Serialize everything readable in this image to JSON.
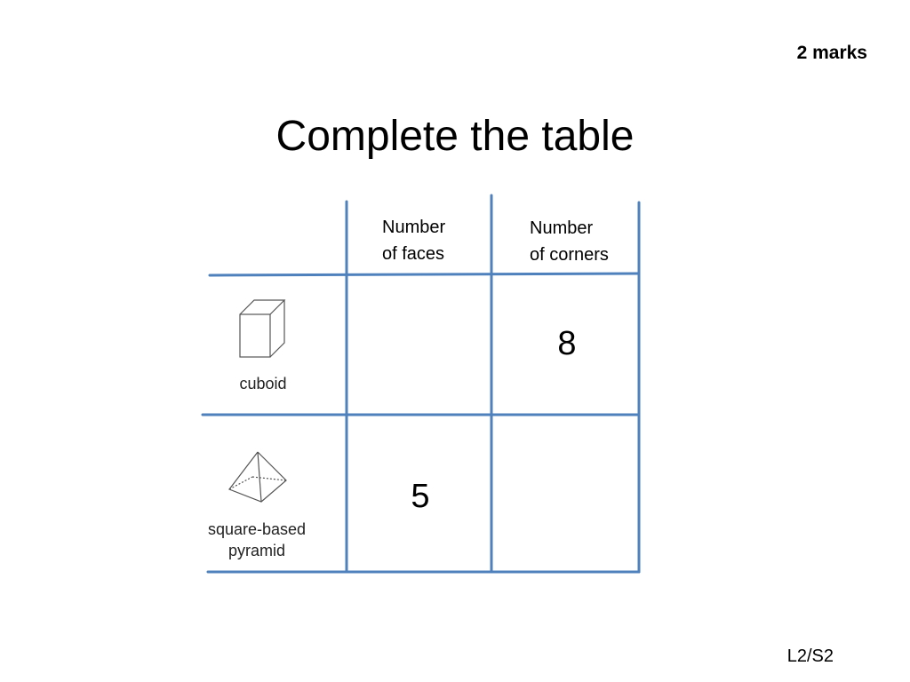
{
  "marks": "2 marks",
  "title": "Complete the table",
  "table": {
    "col_headers": [
      "Number\nof faces",
      "Number\nof corners"
    ],
    "rows": [
      {
        "label": "cuboid",
        "icon": "cuboid-icon",
        "faces": "",
        "corners": "8"
      },
      {
        "label": "square-based\npyramid",
        "icon": "pyramid-icon",
        "faces": "5",
        "corners": ""
      }
    ]
  },
  "footer": "L2/S2",
  "colors": {
    "grid_line": "#4F81BD"
  }
}
